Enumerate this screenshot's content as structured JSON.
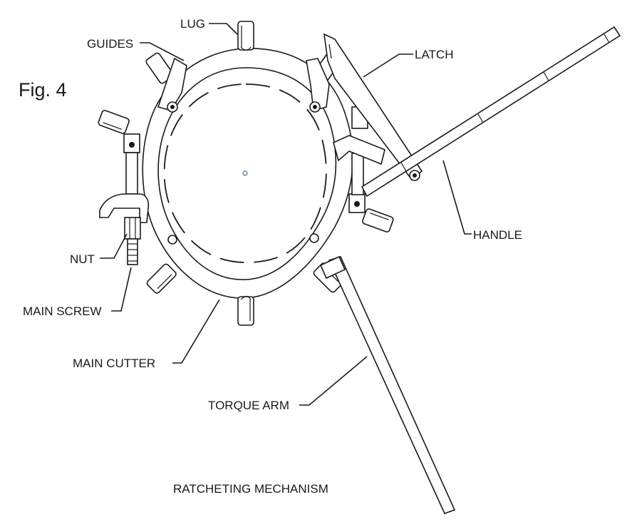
{
  "figure": {
    "label": "Fig. 4"
  },
  "labels": {
    "lug": "LUG",
    "guides": "GUIDES",
    "latch": "LATCH",
    "handle": "HANDLE",
    "nut": "NUT",
    "main_screw": "MAIN SCREW",
    "main_cutter": "MAIN CUTTER",
    "torque_arm": "TORQUE ARM",
    "ratcheting_mechanism": "RATCHETING MECHANISM"
  }
}
